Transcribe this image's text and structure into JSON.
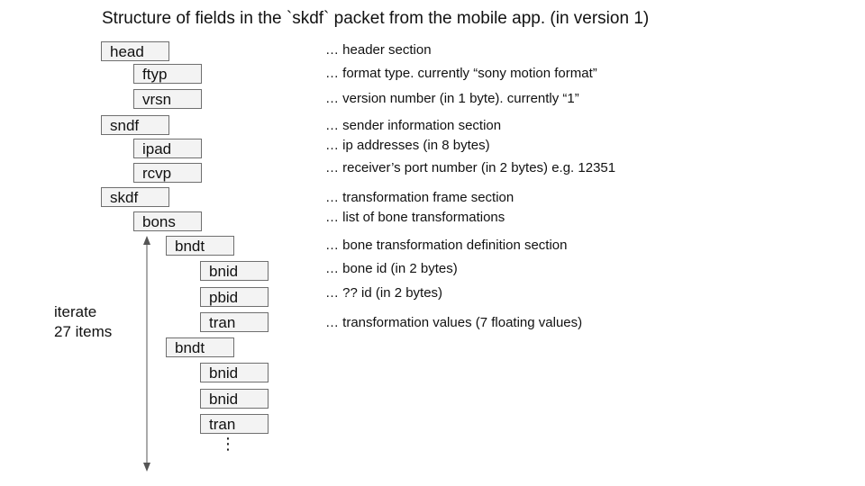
{
  "title": "Structure of fields in the `skdf` packet from the mobile app. (in version 1)",
  "fields": {
    "head": "head",
    "ftyp": "ftyp",
    "vrsn": "vrsn",
    "sndf": "sndf",
    "ipad": "ipad",
    "rcvp": "rcvp",
    "skdf": "skdf",
    "bons": "bons",
    "bndt_1": "bndt",
    "bnid_1": "bnid",
    "pbid_1": "pbid",
    "tran_1": "tran",
    "bndt_2": "bndt",
    "bnid_2": "bnid",
    "bnid_3": "bnid",
    "tran_2": "tran"
  },
  "descriptions": {
    "head": "… header section",
    "ftyp": "… format type. currently “sony motion format”",
    "vrsn": "… version number (in 1 byte). currently “1”",
    "sndf": "… sender information section",
    "ipad": "… ip addresses (in 8 bytes)",
    "rcvp": "… receiver’s port number (in 2 bytes) e.g. 12351",
    "skdf": "… transformation frame section",
    "bons": "… list of bone transformations",
    "bndt": "… bone transformation definition section",
    "bnid": "… bone id (in 2 bytes)",
    "pbid": "… ?? id (in 2 bytes)",
    "tran": "… transformation values (7 floating values)"
  },
  "iterate": {
    "line1": "iterate",
    "line2": "27 items"
  },
  "ellipsis": "⋮"
}
